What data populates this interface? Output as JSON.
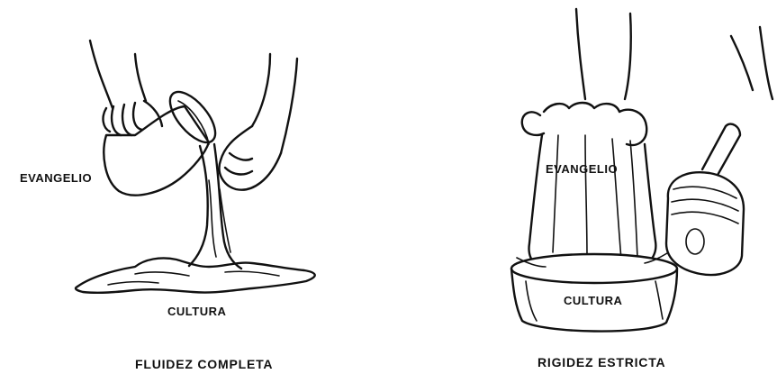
{
  "left_panel": {
    "label_top": "EVANGELIO",
    "label_bottom": "CULTURA",
    "caption": "FLUIDEZ COMPLETA"
  },
  "right_panel": {
    "label_top": "EVANGELIO",
    "label_bottom": "CULTURA",
    "caption": "RIGIDEZ ESTRICTA"
  }
}
